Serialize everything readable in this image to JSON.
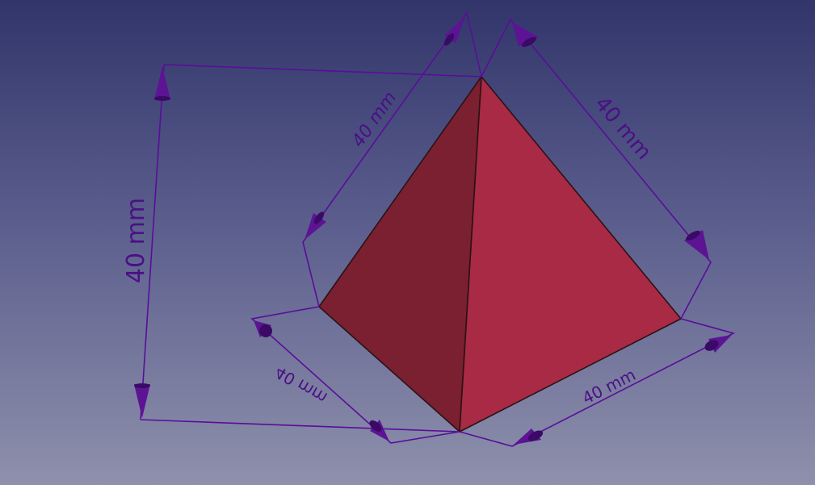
{
  "viewport": {
    "background_top": "#32356a",
    "background_bottom": "#8e90ac"
  },
  "solid": {
    "left_face_color": "#7a2030",
    "right_face_color": "#a82a44",
    "edge_color": "#2a1216"
  },
  "dimensions": {
    "color": "#5a0d9a",
    "vertical_height": "40 mm",
    "top_left_edge": "40 mm",
    "top_right_edge": "40 mm",
    "bottom_left_edge": "40 mm",
    "bottom_right_edge": "40 mm"
  }
}
